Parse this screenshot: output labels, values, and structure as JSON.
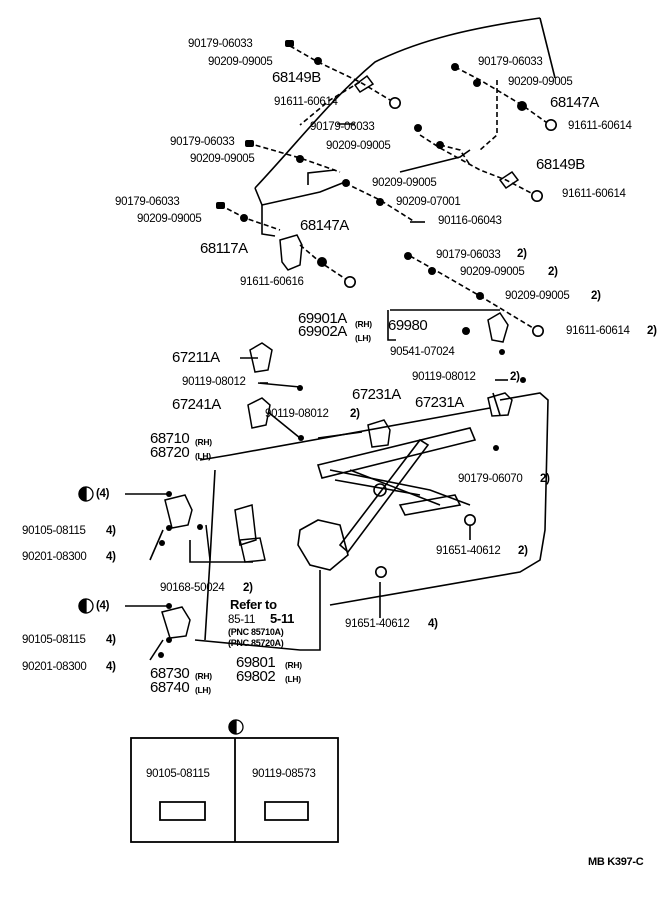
{
  "diagram_id": "MB  K397-C",
  "legend_parts": [
    "90105-08115",
    "90119-08573"
  ],
  "refer": {
    "title": "Refer to",
    "page_a": "85-11",
    "page_b": "5-11",
    "pnc_1": "(PNC 85710A)",
    "pnc_2": "(PNC 85720A)"
  },
  "parts": {
    "p1": "90179-06033",
    "p2": "90209-09005",
    "p3": "68149B",
    "p4": "91611-60614",
    "p5": "90179-06033",
    "p6": "90209-09005",
    "p7": "68147A",
    "p8": "91611-60614",
    "p9": "90179-06033",
    "p10": "90209-09005",
    "p11": "90179-06033",
    "p12": "90209-09005",
    "p13": "68149B",
    "p14": "91611-60614",
    "p15": "90209-09005",
    "p16": "90209-07001",
    "p17": "90116-06043",
    "p18": "90179-06033",
    "p19": "90209-09005",
    "p20": "68147A",
    "p21": "68117A",
    "p22": "91611-60616",
    "p23": "90179-06033",
    "p24": "90209-09005",
    "p25": "90209-09005",
    "p26": "69901A",
    "p27": "69902A",
    "p28": "69980",
    "p29": "91611-60614",
    "p30": "90541-07024",
    "p31": "67211A",
    "p32": "90119-08012",
    "p33": "90119-08012",
    "p34": "67231A",
    "p35": "67231A",
    "p36": "67241A",
    "p37": "90119-08012",
    "p38": "68710",
    "p39": "68720",
    "p40": "90179-06070",
    "p41": "90105-08115",
    "p42": "90201-08300",
    "p43": "91651-40612",
    "p44": "90168-50024",
    "p45": "90105-08115",
    "p46": "90201-08300",
    "p47": "91651-40612",
    "p48": "68730",
    "p49": "68740",
    "p50": "69801",
    "p51": "69802"
  },
  "side": {
    "rh": "(RH)",
    "lh": "(LH)"
  },
  "qty": {
    "two": "2)",
    "four": "4)",
    "four_paren": "(4)"
  }
}
